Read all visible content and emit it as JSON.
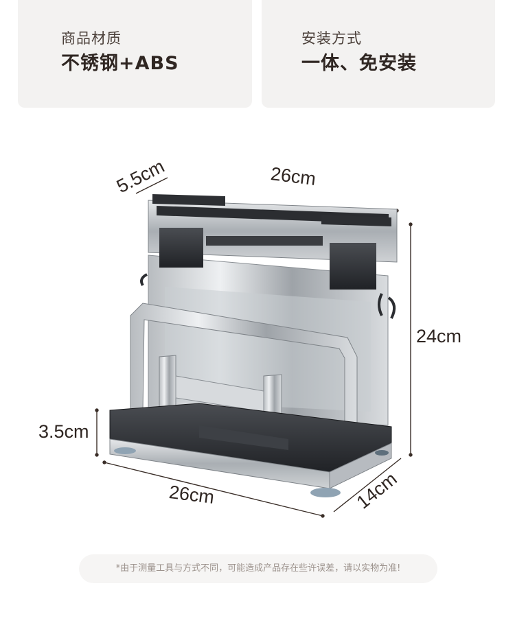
{
  "specs": [
    {
      "label": "商品材质",
      "value": "不锈钢+ABS"
    },
    {
      "label": "安装方式",
      "value": "一体、免安装"
    }
  ],
  "dimensions": {
    "depth_top": "5.5cm",
    "width_top": "26cm",
    "height": "24cm",
    "base_height": "3.5cm",
    "width_bottom": "26cm",
    "depth_bottom": "14cm"
  },
  "disclaimer": "*由于测量工具与方式不同，可能造成产品存在些许误差，请以实物为准!"
}
